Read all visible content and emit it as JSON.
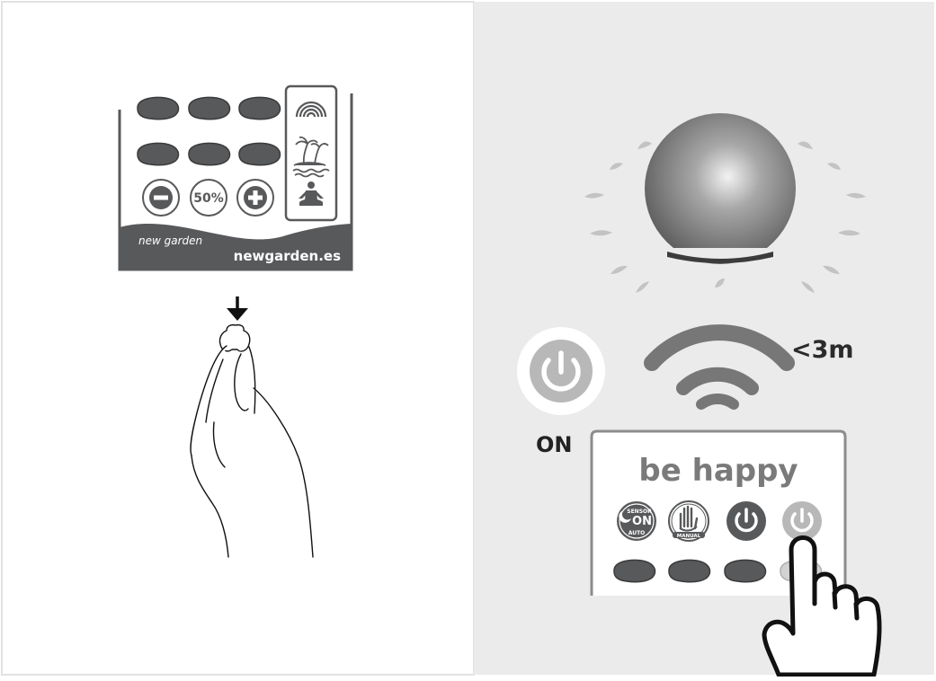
{
  "left_panel": {
    "remote": {
      "brand_logo": "new garden",
      "website": "newgarden.es",
      "dim_value": "50%",
      "icons": [
        "rainbow-icon",
        "palm-island-icon",
        "meditation-icon",
        "minus-icon",
        "plus-icon"
      ]
    },
    "instruction_icons": [
      "down-arrow-icon",
      "hand-pressing-remote-icon"
    ]
  },
  "right_panel": {
    "range_label": "<3m",
    "on_label": "ON",
    "remote": {
      "title": "be happy",
      "sensor_badge": {
        "top": "SENSOR",
        "state": "ON",
        "bottom": "AUTO"
      },
      "manual_label": "MANUAL",
      "icons": [
        "sensor-moon-icon",
        "manual-hand-icon",
        "power-icon",
        "power-icon-light"
      ]
    },
    "instruction_icons": [
      "glowing-sphere-lamp",
      "wifi-signal-icon",
      "power-button-icon",
      "pointing-hand-icon"
    ]
  },
  "colors": {
    "dark_gray": "#58595b",
    "mid_gray": "#8c8c8c",
    "light_gray": "#b8b8b8",
    "panel_bg": "#ebebeb",
    "white": "#ffffff"
  }
}
